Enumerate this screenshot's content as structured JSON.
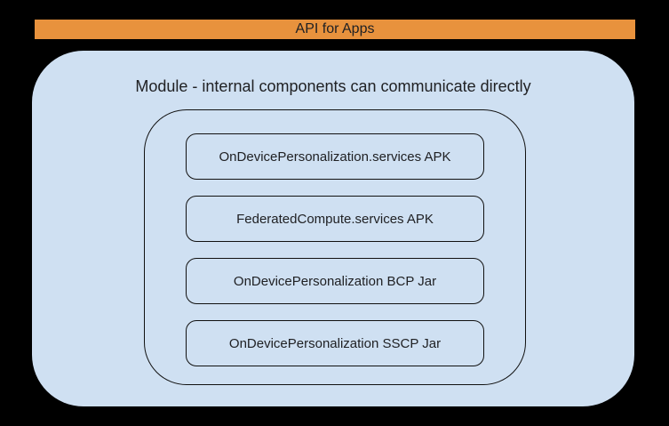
{
  "diagram": {
    "banner": {
      "label": "API for Apps"
    },
    "module": {
      "title": "Module - internal components can communicate directly",
      "components": [
        {
          "label": "OnDevicePersonalization.services APK"
        },
        {
          "label": "FederatedCompute.services APK"
        },
        {
          "label": "OnDevicePersonalization BCP Jar"
        },
        {
          "label": "OnDevicePersonalization SSCP Jar"
        }
      ]
    },
    "colors": {
      "background": "#000000",
      "banner": "#E8923D",
      "module-fill": "#CFE0F2",
      "border": "#111111",
      "text": "#202124"
    }
  }
}
